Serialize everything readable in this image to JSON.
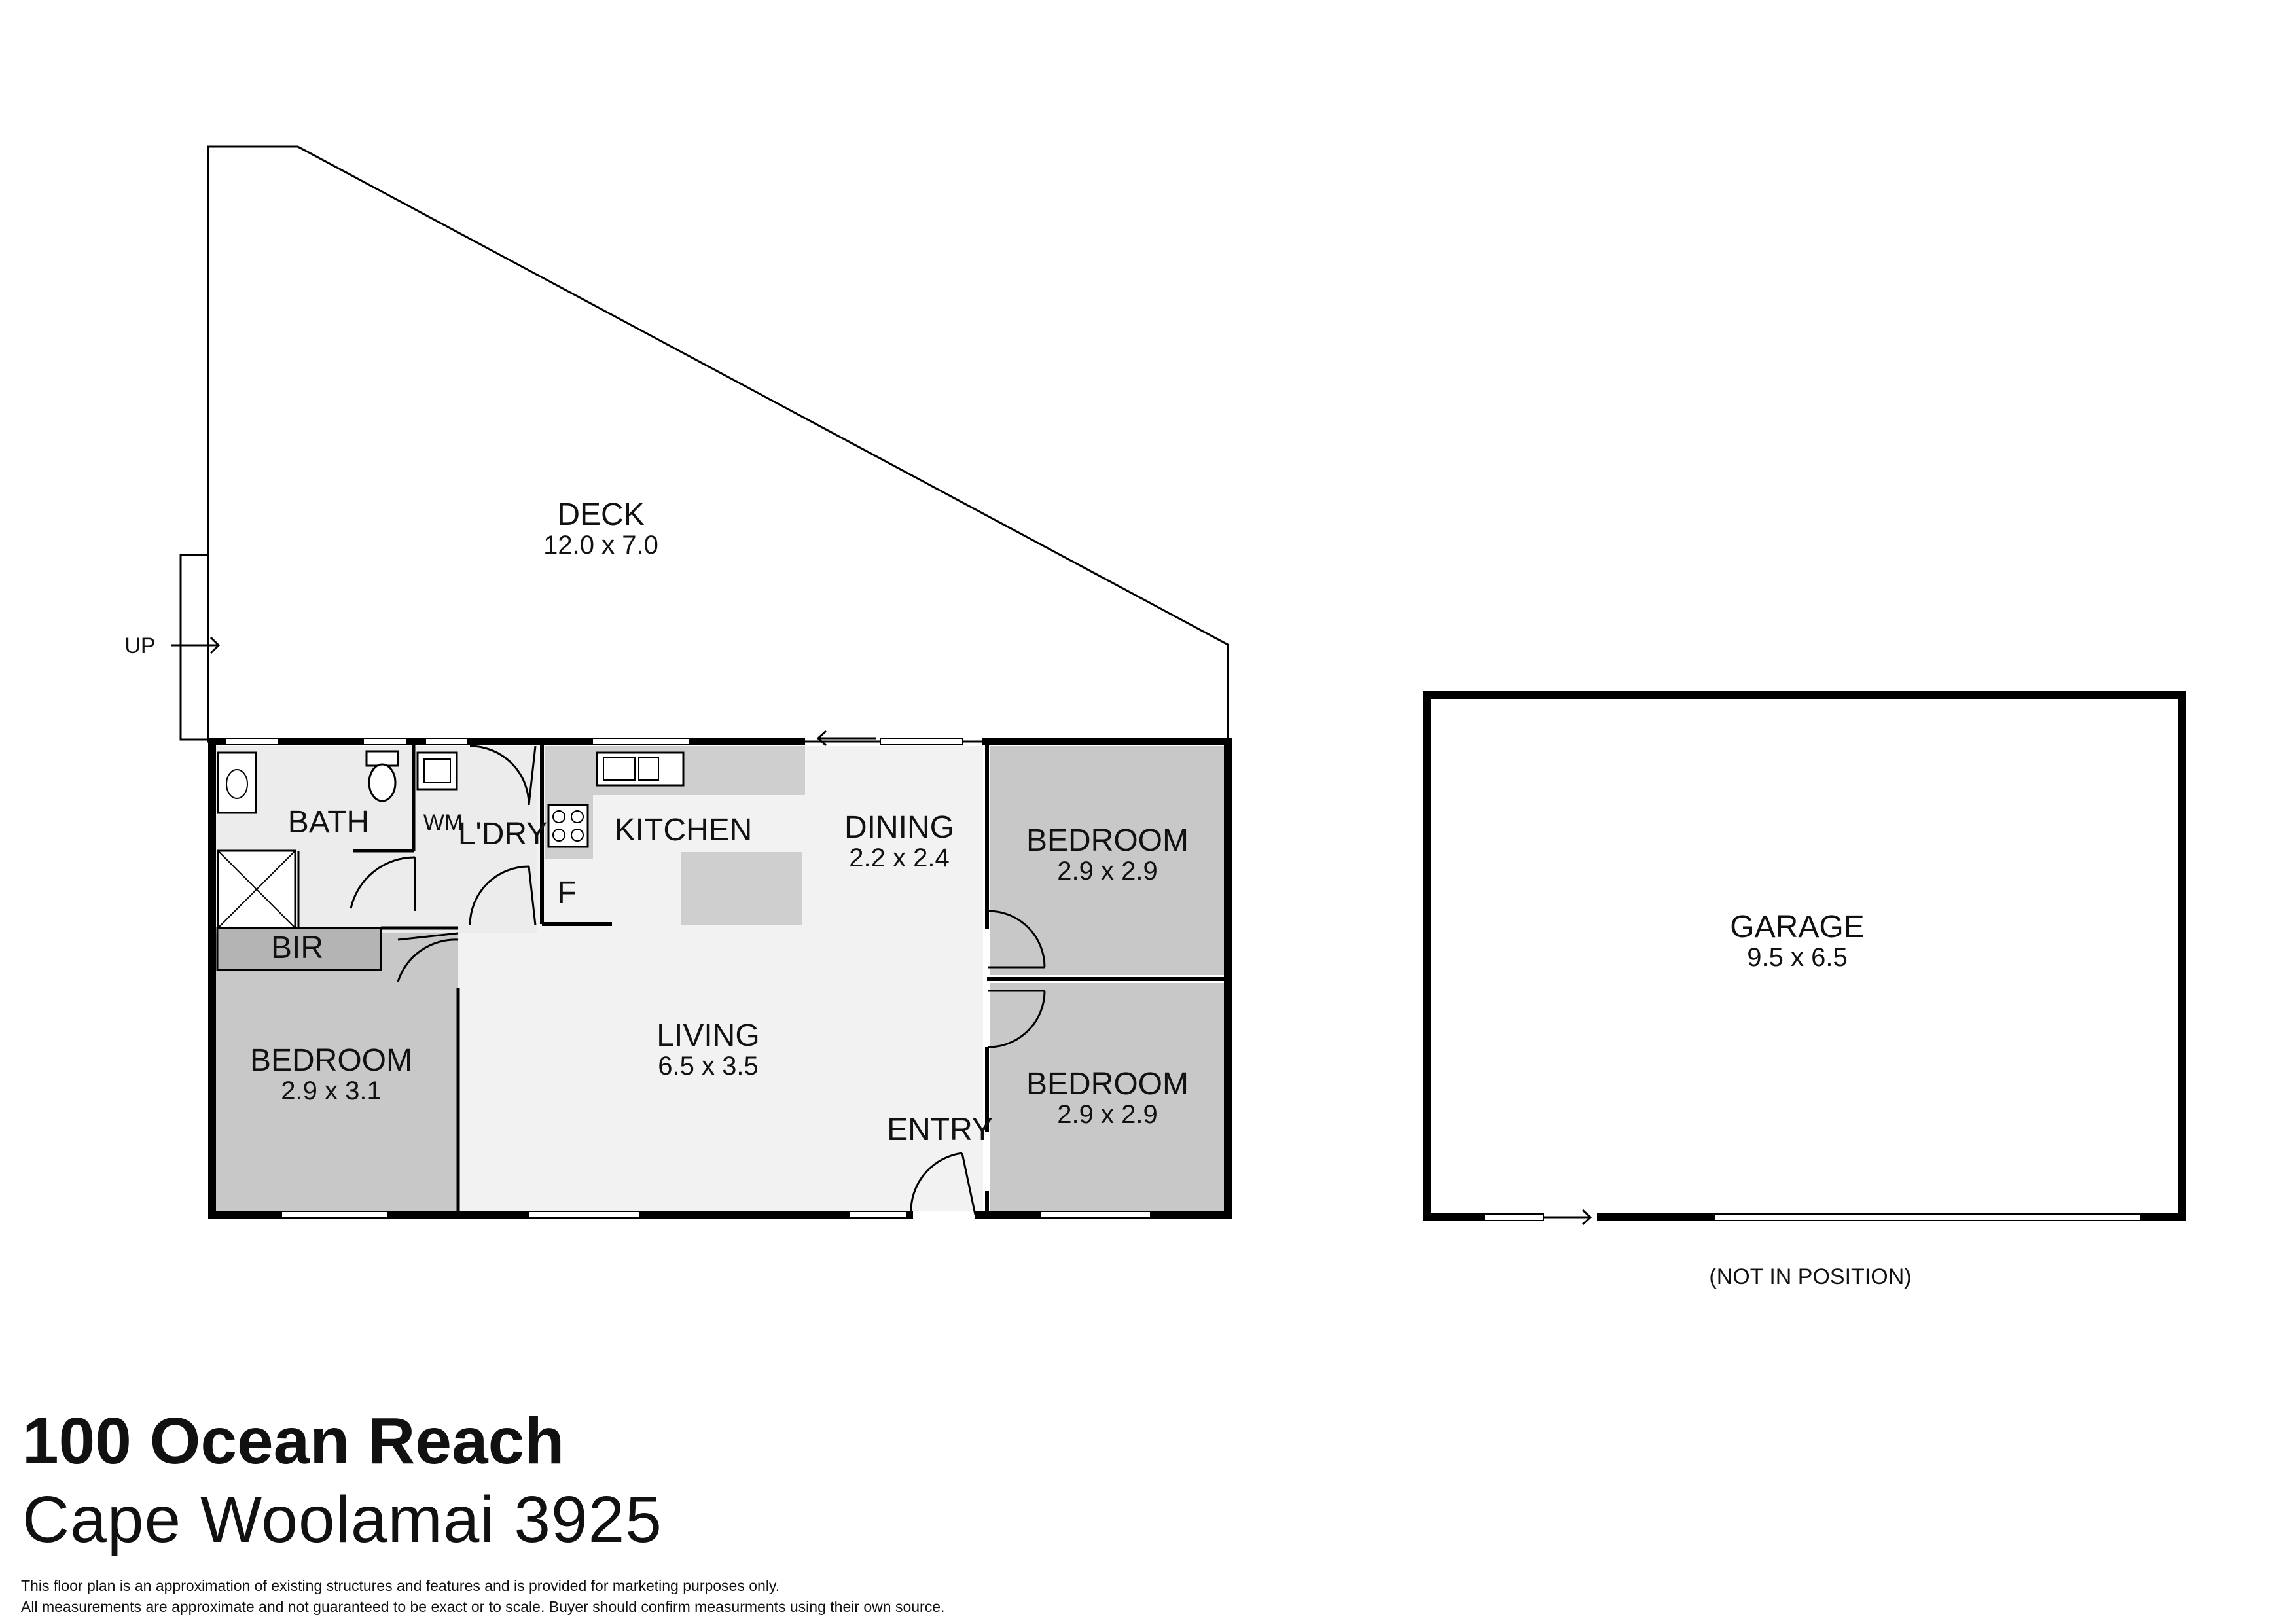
{
  "rooms": {
    "deck": {
      "name": "DECK",
      "dims": "12.0 x 7.0"
    },
    "bath": {
      "name": "BATH"
    },
    "wm": {
      "name": "WM"
    },
    "laundry": {
      "name": "L'DRY"
    },
    "kitchen": {
      "name": "KITCHEN"
    },
    "fridge": {
      "name": "F"
    },
    "dining": {
      "name": "DINING",
      "dims": "2.2 x 2.4"
    },
    "bedroom_ne": {
      "name": "BEDROOM",
      "dims": "2.9 x 2.9"
    },
    "bedroom_se": {
      "name": "BEDROOM",
      "dims": "2.9 x 2.9"
    },
    "bir": {
      "name": "BIR"
    },
    "bedroom_w": {
      "name": "BEDROOM",
      "dims": "2.9 x 3.1"
    },
    "living": {
      "name": "LIVING",
      "dims": "6.5 x 3.5"
    },
    "entry": {
      "name": "ENTRY"
    },
    "garage": {
      "name": "GARAGE",
      "dims": "9.5 x 6.5"
    }
  },
  "labels": {
    "up": "UP",
    "not_in_position": "(NOT IN POSITION)"
  },
  "address": {
    "line1": "100 Ocean Reach",
    "line2": "Cape Woolamai 3925"
  },
  "disclaimer": {
    "line1": "This floor plan is an approximation of existing structures and features and is provided for marketing purposes only.",
    "line2": "All measurements are approximate and not guaranteed to be exact or to scale. Buyer should confirm measurments using their own source."
  },
  "colors": {
    "wall": "#000000",
    "bedroom_fill": "#c8c8c8",
    "wet_area_fill": "#ececec",
    "living_fill": "#f2f2f2",
    "bench_fill": "#cfcfcf",
    "bir_fill": "#b4b4b4"
  }
}
